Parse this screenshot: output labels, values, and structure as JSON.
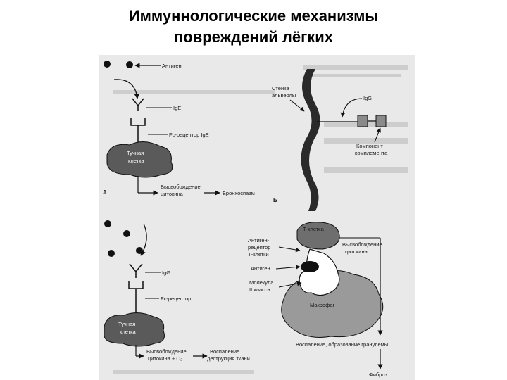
{
  "title": {
    "line1": "Иммуннологические механизмы",
    "line2": "повреждений лёгких"
  },
  "panel_a": {
    "antigen": "Антиген",
    "ige": "IgE",
    "fc_receptor_ige": "Fc-рецептор IgE",
    "mast_cell_1": "Тучная",
    "mast_cell_2": "клетка",
    "release_1": "Высвобождение",
    "release_2": "цитокина",
    "bronchospasm": "Бронхоспазм",
    "panel_label": "А"
  },
  "panel_b": {
    "alveolar_wall_1": "Стенка",
    "alveolar_wall_2": "альвеолы",
    "igg": "IgG",
    "complement_1": "Компонент",
    "complement_2": "комплемента",
    "panel_label": "Б"
  },
  "panel_c": {
    "igg": "IgG",
    "fc_receptor": "Fc-рецептор",
    "mast_cell_1": "Тучная",
    "mast_cell_2": "клетка",
    "release_1": "Высвобождение",
    "release_2": "цитокина + O₂",
    "inflammation_1": "Воспаление",
    "inflammation_2": "деструкция ткани"
  },
  "panel_d": {
    "t_cell": "Т-клетка",
    "antigen_receptor_1": "Антиген-",
    "antigen_receptor_2": "рецептор",
    "antigen_receptor_3": "Т-клетки",
    "antigen": "Антиген",
    "molecule_1": "Молекула",
    "molecule_2": "II класса",
    "macrophage": "Макрофаг",
    "release_1": "Высвобождение",
    "release_2": "цитокина",
    "granuloma": "Воспаление, образование гранулемы",
    "fibrosis": "Фиброз"
  }
}
